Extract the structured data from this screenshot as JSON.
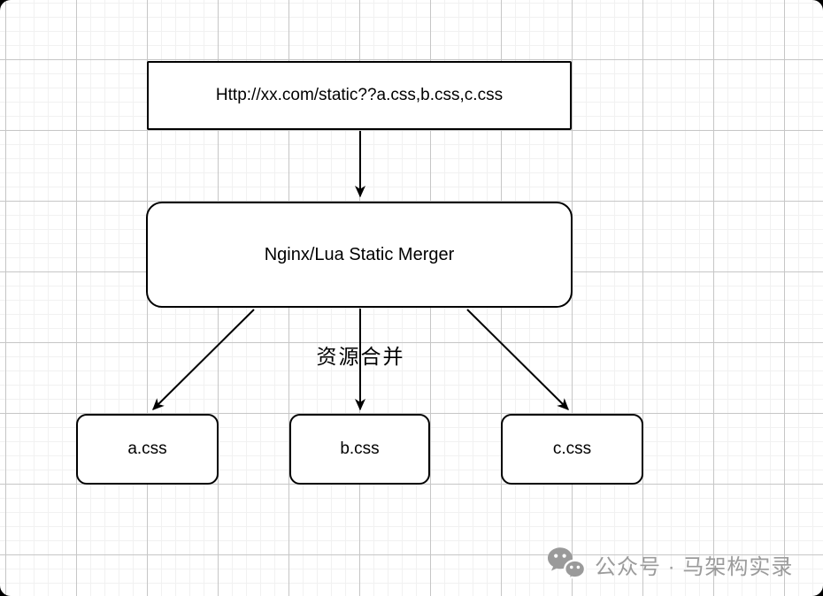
{
  "diagram": {
    "nodes": {
      "url": {
        "label": "Http://xx.com/static??a.css,b.css,c.css"
      },
      "merger": {
        "label": "Nginx/Lua Static Merger"
      },
      "css_a": {
        "label": "a.css"
      },
      "css_b": {
        "label": "b.css"
      },
      "css_c": {
        "label": "c.css"
      }
    },
    "edges": [
      {
        "from": "url",
        "to": "merger"
      },
      {
        "from": "merger",
        "to": "css_a"
      },
      {
        "from": "merger",
        "to": "css_b",
        "label": "资源合并"
      },
      {
        "from": "merger",
        "to": "css_c"
      }
    ],
    "edge_label": "资源合并"
  },
  "watermark": {
    "icon": "wechat-icon",
    "text": "公众号 · 马架构实录",
    "color": "#9b9b9b"
  },
  "colors": {
    "background": "#ffffff",
    "grid_minor": "#f1f1f1",
    "grid_major": "#c6c6c6",
    "node_fill": "#ffffff",
    "node_border": "#000000",
    "arrow": "#000000",
    "text": "#000000",
    "page_corner": "#000000"
  }
}
